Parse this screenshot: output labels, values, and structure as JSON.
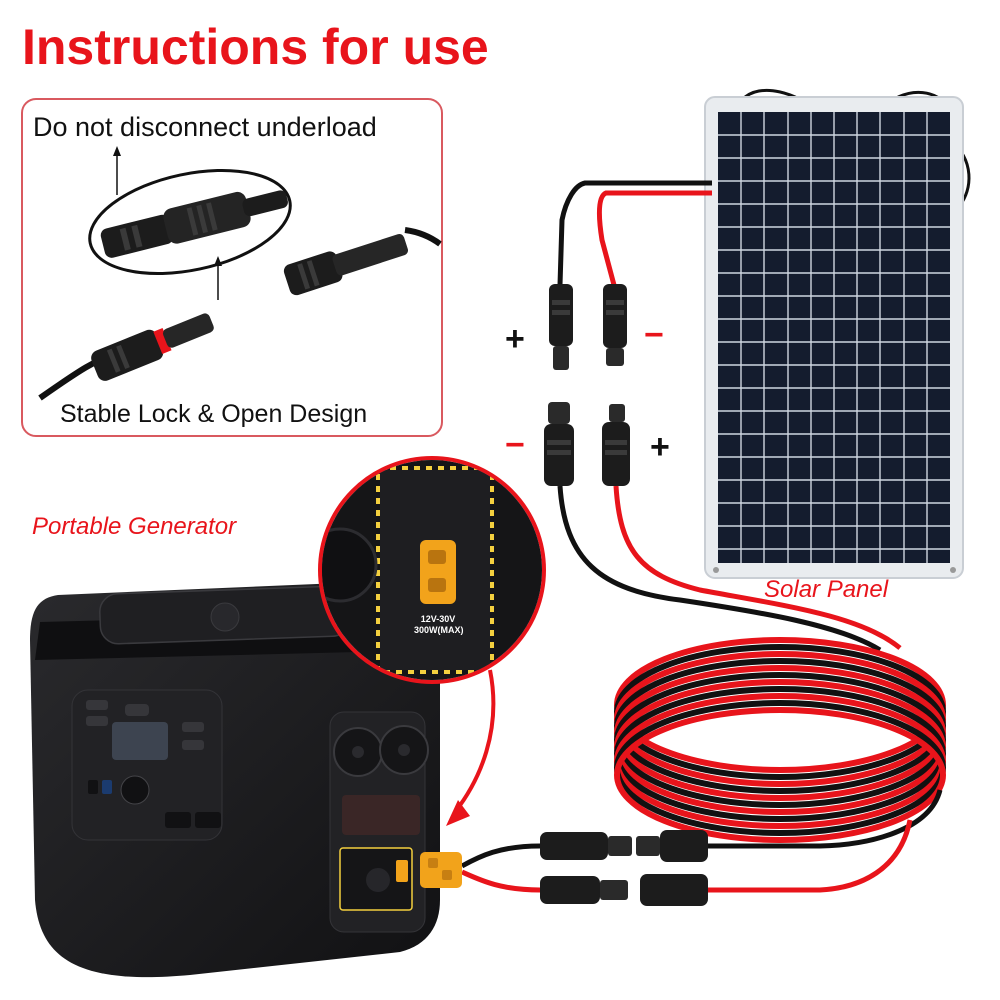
{
  "title": "Instructions for use",
  "inset": {
    "top_label": "Do not disconnect underload",
    "bottom_label": "Stable Lock & Open Design"
  },
  "labels": {
    "generator": "Portable Generator",
    "solar_panel": "Solar Panel"
  },
  "polarity": {
    "upper_left": "+",
    "upper_right": "−",
    "lower_left": "−",
    "lower_right": "+"
  },
  "port_spec": {
    "voltage": "12V-30V",
    "power": "300W(MAX)"
  },
  "colors": {
    "accent_red": "#e8141b",
    "cable_red": "#e8141b",
    "cable_black": "#111111",
    "connector_black": "#1c1c1c",
    "generator_body": "#1b1b1d",
    "xt60_yellow": "#f2a31b",
    "panel_cells": "#141c2e",
    "panel_frame": "#e9ecef",
    "highlight_yellow": "#f4d03f"
  },
  "icons": [
    "solar-panel-icon",
    "portable-generator-icon",
    "mc4-connector-icon",
    "xt60-port-icon",
    "curved-arrow-icon"
  ]
}
